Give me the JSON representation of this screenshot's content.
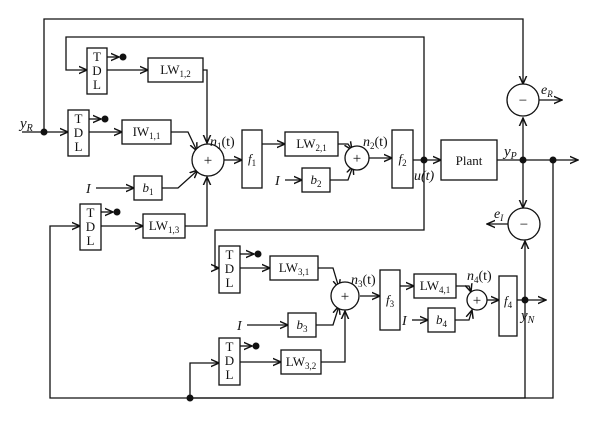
{
  "diagram": {
    "tdl_letters": [
      "T",
      "D",
      "L"
    ],
    "blocks": {
      "lw12": {
        "base": "LW",
        "sub": "1,2"
      },
      "iw11": {
        "base": "IW",
        "sub": "1,1"
      },
      "b1": {
        "base": "b",
        "sub": "1"
      },
      "lw13": {
        "base": "LW",
        "sub": "1,3"
      },
      "f1": {
        "base": "f",
        "sub": "1"
      },
      "lw21": {
        "base": "LW",
        "sub": "2,1"
      },
      "b2": {
        "base": "b",
        "sub": "2"
      },
      "f2": {
        "base": "f",
        "sub": "2"
      },
      "plant": {
        "text": "Plant"
      },
      "lw31": {
        "base": "LW",
        "sub": "3,1"
      },
      "b3": {
        "base": "b",
        "sub": "3"
      },
      "f3": {
        "base": "f",
        "sub": "3"
      },
      "lw41": {
        "base": "LW",
        "sub": "4,1"
      },
      "b4": {
        "base": "b",
        "sub": "4"
      },
      "f4": {
        "base": "f",
        "sub": "4"
      },
      "lw32": {
        "base": "LW",
        "sub": "3,2"
      }
    },
    "signals": {
      "yR": {
        "base": "y",
        "sub": "R"
      },
      "yP": {
        "base": "y",
        "sub": "P"
      },
      "yN": {
        "base": "y",
        "sub": "N"
      },
      "eR": {
        "base": "e",
        "sub": "R"
      },
      "eI": {
        "base": "e",
        "sub": "I"
      },
      "n1": {
        "base": "n",
        "sub": "1",
        "arg": "(t)"
      },
      "n2": {
        "base": "n",
        "sub": "2",
        "arg": "(t)"
      },
      "n3": {
        "base": "n",
        "sub": "3",
        "arg": "(t)"
      },
      "n4": {
        "base": "n",
        "sub": "4",
        "arg": "(t)"
      },
      "u": {
        "text": "u(t)"
      },
      "bias_input": "I"
    },
    "operators": {
      "plus": "+",
      "minus": "−"
    }
  }
}
